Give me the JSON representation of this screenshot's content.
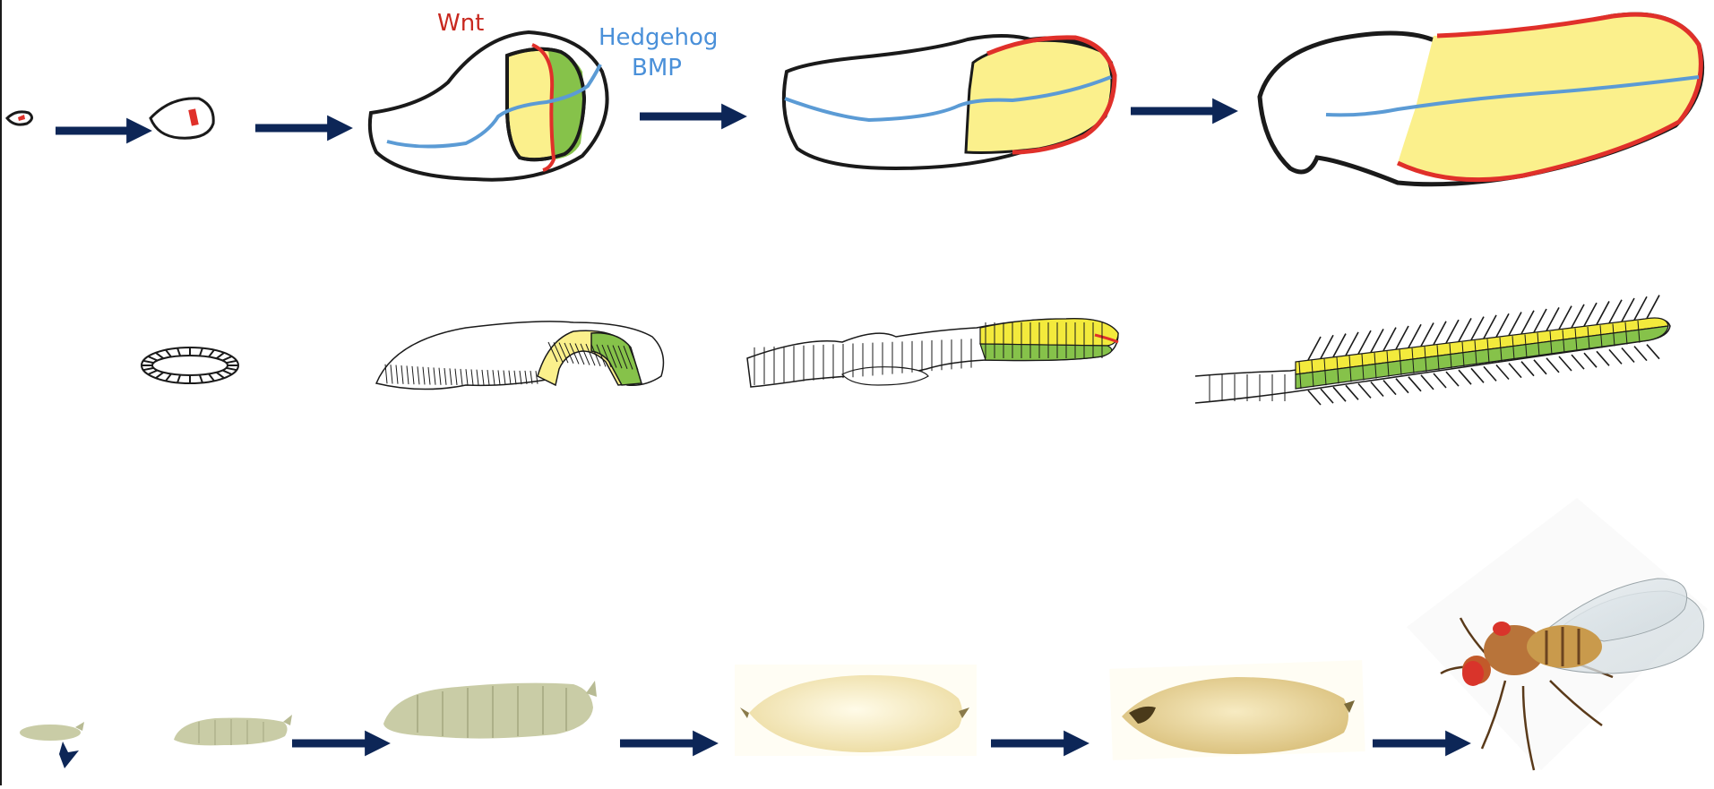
{
  "labels": {
    "wnt": "Wnt",
    "hedgehog": "Hedgehog",
    "bmp": "BMP"
  },
  "colors": {
    "outline": "#1a1a1a",
    "wnt": "#e0302a",
    "wnt_text": "#c8281f",
    "hedgehog": "#5b9bd5",
    "hedgehog_text": "#4a90d9",
    "domain_yellow": "#fbf08c",
    "domain_green": "#86c24a",
    "arrow": "#0d2657",
    "larva": "#c9cca6",
    "pupa": "#f2e3ad",
    "fly_body": "#b8743a",
    "fly_eye": "#d9342b"
  },
  "rows": [
    {
      "id": "wing-disc-growth",
      "stages": 5
    },
    {
      "id": "disc-cross-sections",
      "stages": 4
    },
    {
      "id": "life-cycle",
      "stages": [
        "larva-small",
        "larva-medium",
        "larva-large",
        "pupa-early",
        "pupa-late",
        "adult-fly"
      ]
    }
  ]
}
